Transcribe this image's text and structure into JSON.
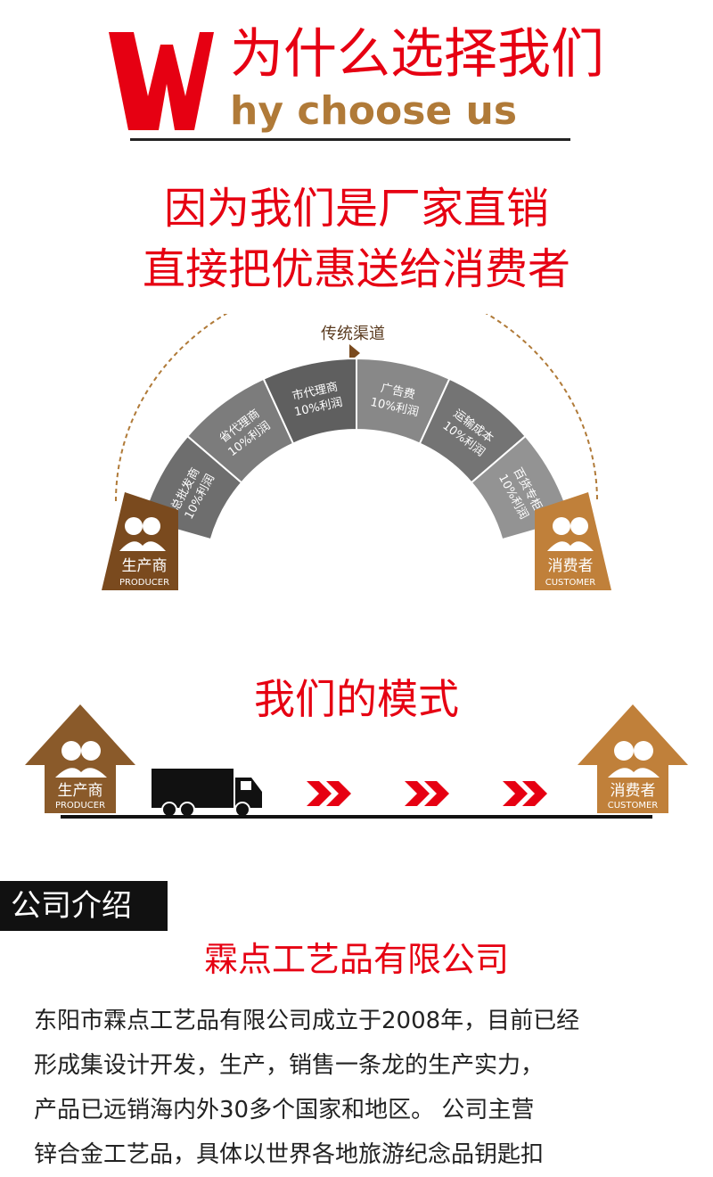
{
  "header": {
    "big_letter": "W",
    "title_cn": "为什么选择我们",
    "title_en": "hy choose us"
  },
  "slogans": [
    "因为我们是厂家直销",
    "直接把优惠送给消费者"
  ],
  "channel": {
    "label": "传统渠道",
    "segments": [
      {
        "name": "总批发商",
        "profit": "10%利润"
      },
      {
        "name": "省代理商",
        "profit": "10%利润"
      },
      {
        "name": "市代理商",
        "profit": "10%利润"
      },
      {
        "name": "广告费",
        "profit": "10%利润"
      },
      {
        "name": "运输成本",
        "profit": "10%利润"
      },
      {
        "name": "百货专柜",
        "profit": "10%利润"
      }
    ],
    "producer": {
      "cn": "生产商",
      "en": "PRODUCER"
    },
    "customer": {
      "cn": "消费者",
      "en": "CUSTOMER"
    }
  },
  "model": {
    "title": "我们的模式",
    "producer": {
      "cn": "生产商",
      "en": "PRODUCER"
    },
    "customer": {
      "cn": "消费者",
      "en": "CUSTOMER"
    }
  },
  "company": {
    "label": "公司介绍",
    "name": "霖点工艺品有限公司",
    "lines": [
      "东阳市霖点工艺品有限公司成立于2008年，目前已经",
      "形成集设计开发，生产，销售一条龙的生产实力，",
      "产品已远销海内外30多个国家和地区。 公司主营",
      "锌合金工艺品，具体以世界各地旅游纪念品钥匙扣"
    ]
  },
  "colors": {
    "red": "#e60012",
    "gold": "#b07a38",
    "producer_brown": "#7a4a1e",
    "customer_tan": "#c0803a",
    "arc_gray": "#8a8a8a",
    "dark_text": "#222222"
  }
}
